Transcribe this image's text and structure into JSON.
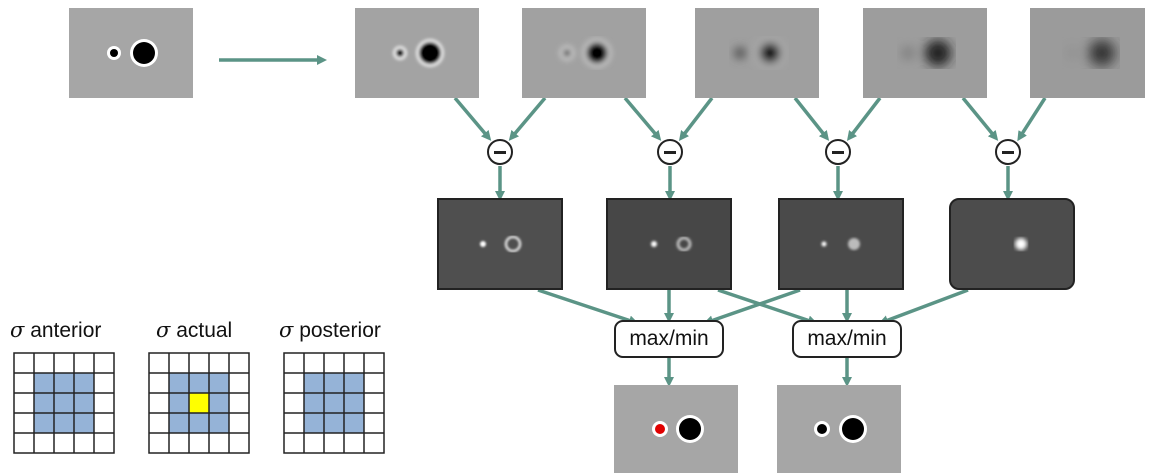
{
  "operators": {
    "subtract_symbol": "−",
    "extrema_label": "max/min"
  },
  "grids": [
    {
      "symbol": "σ",
      "label": "anterior",
      "highlight_center": false
    },
    {
      "symbol": "σ",
      "label": "actual",
      "highlight_center": true
    },
    {
      "symbol": "σ",
      "label": "posterior",
      "highlight_center": false
    }
  ],
  "colors": {
    "arrow": "#5b9486",
    "grid_fill": "#95b3d7",
    "grid_center": "#ffff00",
    "detected_point": "#e00000",
    "panel_gray": "#a6a6a6",
    "dog_dark": "#4a4a4a"
  }
}
